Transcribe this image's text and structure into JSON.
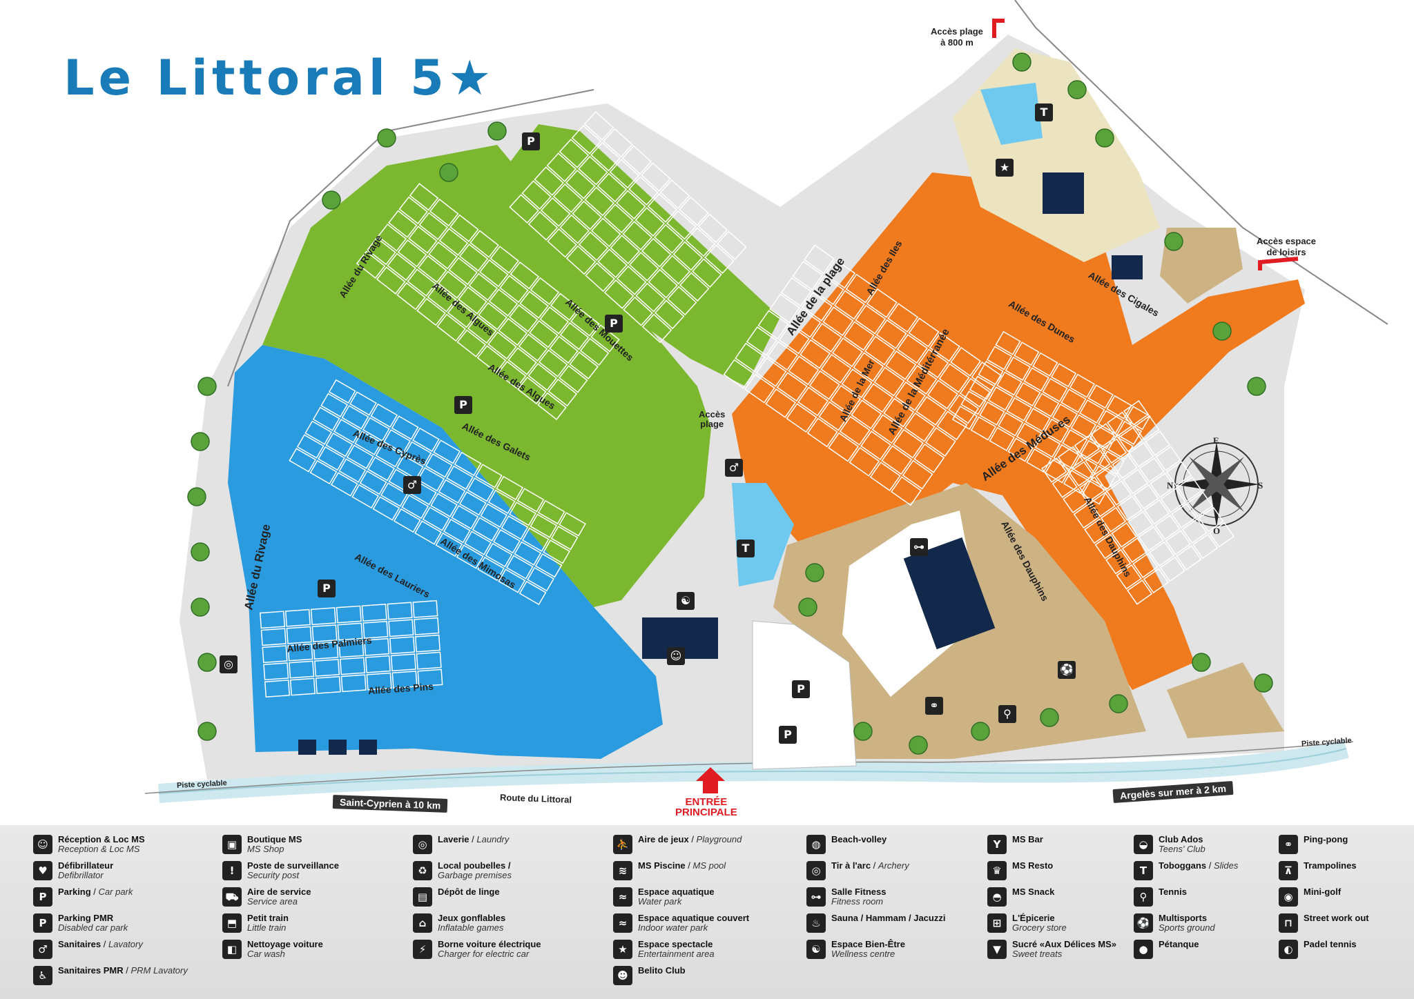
{
  "title": "Le Littoral 5★",
  "streets": {
    "rivage_top": "Allée du Rivage",
    "rivage_side": "Allée du Rivage",
    "algues1": "Allée des Algues",
    "algues2": "Allée des Algues",
    "mouettes": "Allée des Mouettes",
    "galets": "Allée des Galets",
    "cypres": "Allée des Cyprès",
    "mimosas": "Allée des Mimosas",
    "lauriers": "Allée des Lauriers",
    "palmiers": "Allée des Palmiers",
    "pins": "Allée des Pins",
    "plage": "Allée de la plage",
    "iles": "Allée des Iles",
    "mer": "Allée de la Mer",
    "mediterranee": "Allée de la Méditérranée",
    "dunes": "Allée des Dunes",
    "cigales": "Allée des Cigales",
    "meduses": "Allée des Méduses",
    "dauphins1": "Allée des Dauphins",
    "dauphins2": "Allée des Dauphins"
  },
  "labels": {
    "acces_plage_top": "Accès plage",
    "acces_plage_dist": "à 800 m",
    "acces_plage_mid": "Accès",
    "acces_plage_mid2": "plage",
    "acces_espace": "Accès espace",
    "acces_espace2": "de loisirs",
    "piste_left": "Piste cyclable",
    "piste_right": "Piste cyclable",
    "route": "Route du Littoral",
    "saint_cyprien": "Saint-Cyprien à 10 km",
    "argeles": "Argelès sur mer à 2 km",
    "entree1": "ENTRÉE",
    "entree2": "PRINCIPALE"
  },
  "compass": {
    "n": "N",
    "s": "S",
    "e": "E",
    "o": "O"
  },
  "colors": {
    "green": "#7cb82f",
    "blue": "#2b9be0",
    "orange": "#f07a1e",
    "sand": "#cdb384",
    "beige": "#ece3c0",
    "road": "#e0e0e0",
    "navy": "#13294b",
    "arrow": "#e01b22",
    "logo": "#1a7bb9"
  },
  "legend": [
    [
      {
        "icon": "reception-icon",
        "glyph": "☺",
        "title": "Réception & Loc MS",
        "sub": "Reception & Loc MS"
      },
      {
        "icon": "defibrillator-icon",
        "glyph": "♥",
        "title": "Défibrillateur",
        "sub": "Defibrillator"
      },
      {
        "icon": "parking-icon",
        "glyph": "P",
        "title": "Parking",
        "inline": "Car park"
      },
      {
        "icon": "parking-pmr-icon",
        "glyph": "P",
        "title": "Parking PMR",
        "sub": "Disabled car park"
      },
      {
        "icon": "lavatory-icon",
        "glyph": "♂",
        "title": "Sanitaires",
        "inline": "Lavatory"
      },
      {
        "icon": "prm-lavatory-icon",
        "glyph": "♿",
        "title": "Sanitaires PMR",
        "inline": "PRM Lavatory"
      }
    ],
    [
      {
        "icon": "shop-icon",
        "glyph": "▣",
        "title": "Boutique MS",
        "sub": "MS Shop"
      },
      {
        "icon": "security-post-icon",
        "glyph": "!",
        "title": "Poste de surveillance",
        "sub": "Security post"
      },
      {
        "icon": "service-area-icon",
        "glyph": "⛟",
        "title": "Aire de service",
        "sub": "Service area"
      },
      {
        "icon": "train-icon",
        "glyph": "⬒",
        "title": "Petit train",
        "sub": "Little train"
      },
      {
        "icon": "car-wash-icon",
        "glyph": "◧",
        "title": "Nettoyage voiture",
        "sub": "Car wash"
      }
    ],
    [
      {
        "icon": "laundry-icon",
        "glyph": "◎",
        "title": "Laverie",
        "inline": "Laundry"
      },
      {
        "icon": "garbage-icon",
        "glyph": "♻",
        "title": "Local poubelles /",
        "sub": "Garbage premises"
      },
      {
        "icon": "linen-icon",
        "glyph": "▤",
        "title": "Dépôt de linge"
      },
      {
        "icon": "inflatable-icon",
        "glyph": "⌂",
        "title": "Jeux gonflables",
        "sub": "Inflatable games"
      },
      {
        "icon": "ev-charger-icon",
        "glyph": "⚡",
        "title": "Borne voiture électrique",
        "sub": "Charger for electric car"
      }
    ],
    [
      {
        "icon": "playground-icon",
        "glyph": "⛹",
        "title": "Aire de jeux",
        "inline": "Playground"
      },
      {
        "icon": "pool-icon",
        "glyph": "≋",
        "title": "MS Piscine",
        "inline": "MS pool"
      },
      {
        "icon": "water-park-icon",
        "glyph": "≈",
        "title": "Espace aquatique",
        "sub": "Water park"
      },
      {
        "icon": "indoor-water-park-icon",
        "glyph": "≈",
        "title": "Espace aquatique couvert",
        "sub": "Indoor water park"
      },
      {
        "icon": "star-icon",
        "glyph": "★",
        "title": "Espace spectacle",
        "sub": "Entertainment area"
      },
      {
        "icon": "belito-club-icon",
        "glyph": "☻",
        "title": "Belito Club"
      }
    ],
    [
      {
        "icon": "volleyball-icon",
        "glyph": "◍",
        "title": "Beach-volley"
      },
      {
        "icon": "archery-icon",
        "glyph": "◎",
        "title": "Tir à l'arc",
        "inline": "Archery"
      },
      {
        "icon": "fitness-icon",
        "glyph": "⊶",
        "title": "Salle Fitness",
        "sub": "Fitness room"
      },
      {
        "icon": "sauna-icon",
        "glyph": "♨",
        "title": "Sauna / Hammam / Jacuzzi"
      },
      {
        "icon": "wellness-icon",
        "glyph": "☯",
        "title": "Espace Bien-Être",
        "sub": "Wellness centre"
      }
    ],
    [
      {
        "icon": "bar-icon",
        "glyph": "Y",
        "title": "MS Bar"
      },
      {
        "icon": "restaurant-icon",
        "glyph": "♛",
        "title": "MS Resto"
      },
      {
        "icon": "snack-icon",
        "glyph": "◓",
        "title": "MS Snack"
      },
      {
        "icon": "grocery-icon",
        "glyph": "⊞",
        "title": "L'Épicerie",
        "sub": "Grocery store"
      },
      {
        "icon": "sweets-icon",
        "glyph": "▼",
        "title": "Sucré «Aux Délices MS»",
        "sub": "Sweet treats"
      }
    ],
    [
      {
        "icon": "teens-club-icon",
        "glyph": "◒",
        "title": "Club Ados",
        "sub": "Teens' Club"
      },
      {
        "icon": "slides-icon",
        "glyph": "T",
        "title": "Toboggans",
        "inline": "Slides"
      },
      {
        "icon": "tennis-icon",
        "glyph": "⚲",
        "title": "Tennis"
      },
      {
        "icon": "multisports-icon",
        "glyph": "⚽",
        "title": "Multisports",
        "sub": "Sports ground"
      },
      {
        "icon": "petanque-icon",
        "glyph": "●",
        "title": "Pétanque"
      }
    ],
    [
      {
        "icon": "ping-pong-icon",
        "glyph": "⚭",
        "title": "Ping-pong"
      },
      {
        "icon": "trampoline-icon",
        "glyph": "⊼",
        "title": "Trampolines"
      },
      {
        "icon": "mini-golf-icon",
        "glyph": "◉",
        "title": "Mini-golf"
      },
      {
        "icon": "street-workout-icon",
        "glyph": "⊓",
        "title": "Street work out"
      },
      {
        "icon": "padel-icon",
        "glyph": "◐",
        "title": "Padel tennis"
      }
    ]
  ]
}
